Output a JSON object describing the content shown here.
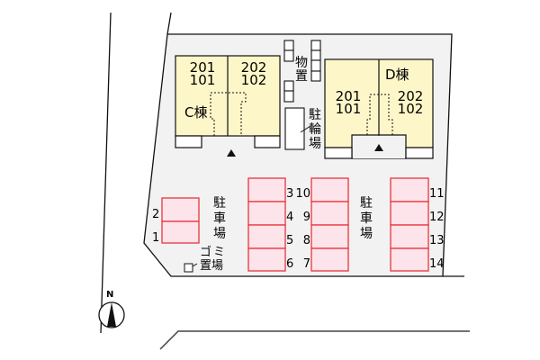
{
  "colors": {
    "lot_fill": "#f2f2f2",
    "building_fill": "#fdf6c8",
    "parking_fill": "#fde4ea",
    "parking_stroke": "#e8343f",
    "line": "#111111",
    "road_line": "#444444"
  },
  "building_c": {
    "name": "C棟",
    "units_left": [
      "201",
      "101"
    ],
    "units_right": [
      "202",
      "102"
    ]
  },
  "building_d": {
    "name": "D棟",
    "units_left": [
      "201",
      "101"
    ],
    "units_right": [
      "202",
      "102"
    ]
  },
  "storage_label": [
    "物",
    "置"
  ],
  "bicycle_parking_label": [
    "駐",
    "輪",
    "場"
  ],
  "parking_label_left": [
    "駐",
    "車",
    "場"
  ],
  "parking_label_right": [
    "駐",
    "車",
    "場"
  ],
  "garbage_label": [
    "ゴミ",
    "置場"
  ],
  "parking_spaces": {
    "group_a": [
      "2",
      "1"
    ],
    "group_b_left": [
      "3",
      "4",
      "5",
      "6"
    ],
    "group_b_right": [
      "10",
      "9",
      "8",
      "7"
    ],
    "group_c": [
      "11",
      "12",
      "13",
      "14"
    ]
  },
  "compass": {
    "label": "N"
  }
}
